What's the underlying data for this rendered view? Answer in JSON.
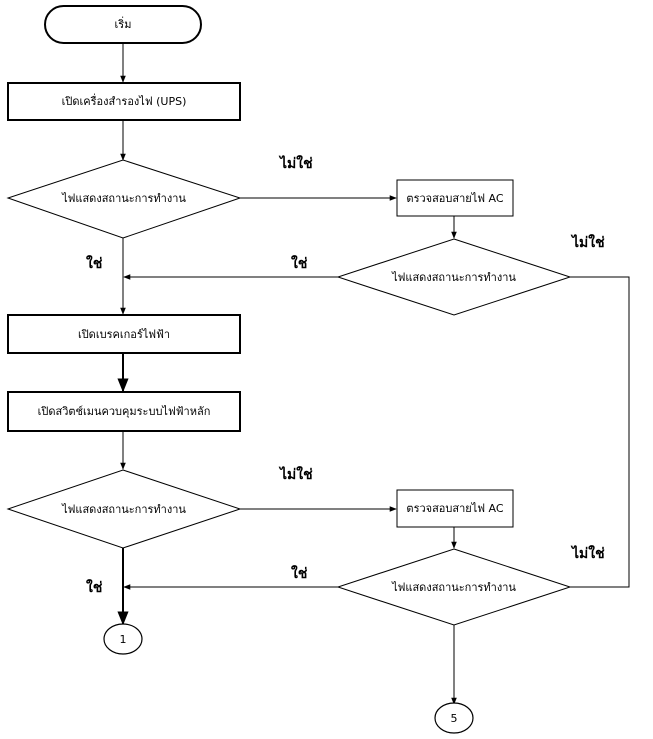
{
  "nodes": {
    "start": "เริ่ม",
    "open_ups": "เปิดเครื่องสำรองไฟ (UPS)",
    "decision_1": "ไฟแสดงสถานะการทำงาน",
    "check_ac_1": "ตรวจสอบสายไฟ AC",
    "decision_2": "ไฟแสดงสถานะการทำงาน",
    "open_breaker": "เปิดเบรคเกอร์ไฟฟ้า",
    "open_main_switch": "เปิดสวิตช์เมนควบคุมระบบไฟฟ้าหลัก",
    "decision_3": "ไฟแสดงสถานะการทำงาน",
    "check_ac_2": "ตรวจสอบสายไฟ AC",
    "decision_4": "ไฟแสดงสถานะการทำงาน",
    "connector_1": "1",
    "connector_5": "5"
  },
  "labels": {
    "no_1": "ไม่ใช่",
    "yes_1": "ใช่",
    "yes_2": "ใช่",
    "no_2": "ไม่ใช่",
    "no_3": "ไม่ใช่",
    "yes_3": "ใช่",
    "yes_4": "ใช่",
    "no_4": "ไม่ใช่"
  }
}
